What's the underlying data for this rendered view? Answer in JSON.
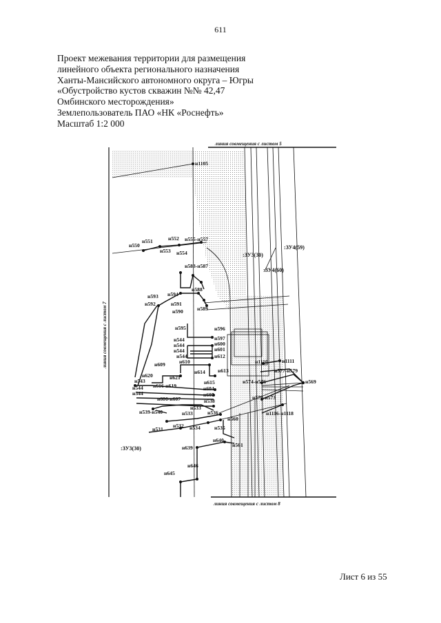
{
  "page_number": "611",
  "header": {
    "lines": [
      "Проект межевания территории для размещения",
      "линейного объекта регионального назначения",
      "Ханты-Мансийского автономного округа – Югры",
      "«Обустройство кустов скважин №№ 42,47",
      "Омбинского месторождения»",
      "Землепользователь ПАО «НК «Роснефть»",
      "Масштаб 1:2 000"
    ]
  },
  "map": {
    "match_lines": {
      "top": "линия совмещения с листом 5",
      "bottom": "линия совмещения с листом 8",
      "left": "линия совмещения с листом 7"
    },
    "zones": {
      "zu3_30_top": ":ЗУ3(30)",
      "zu4_59": ":ЗУ4(59)",
      "zu4_60": ":ЗУ4(60)",
      "zu3_30_left": ":ЗУ3(30)"
    },
    "points": {
      "p1105": "н1105",
      "p551": "н551",
      "p550": "н550",
      "p552": "н552",
      "p553": "н553",
      "p554": "н554",
      "p555": "н555-н557",
      "p583": "н583-н587",
      "p594": "н594",
      "p593": "н593",
      "p592": "н592",
      "p591": "н591",
      "p588": "н588",
      "p590": "н590",
      "p589": "н589",
      "p595": "н595",
      "p596": "н596",
      "p544a": "н544",
      "p597": "н597",
      "p544b": "н544",
      "p600": "н600",
      "p544c": "н544",
      "p601": "н601",
      "p544d": "н544",
      "p612": "н612",
      "p610": "н610",
      "p609": "н609",
      "p614": "н614",
      "p613": "н613",
      "p620": "н620",
      "p621": "н621",
      "p543": "н543",
      "p615": "н615",
      "p616": "н616-н619",
      "p544e": "н544",
      "p604": "н604",
      "p544f": "н544",
      "p605": "н605",
      "p606": "н606-н607",
      "p538": "н538",
      "p539": "н539-н540",
      "p533a": "н533",
      "p536": "н536",
      "p533b": "н533",
      "p560": "н560",
      "p531": "н531",
      "p532": "н532",
      "p534": "н534",
      "p535": "н535",
      "p640": "н640",
      "p639": "н639",
      "p561": "н561",
      "p646": "н646",
      "p645": "н645",
      "p1110": "н1110",
      "p1111": "н1111",
      "p577": "н577-н579",
      "p574": "н574-н576",
      "p569": "н569",
      "p570": "н570-н573",
      "p1116": "н1116-н1118"
    }
  },
  "sheet": "Лист 6 из 55"
}
